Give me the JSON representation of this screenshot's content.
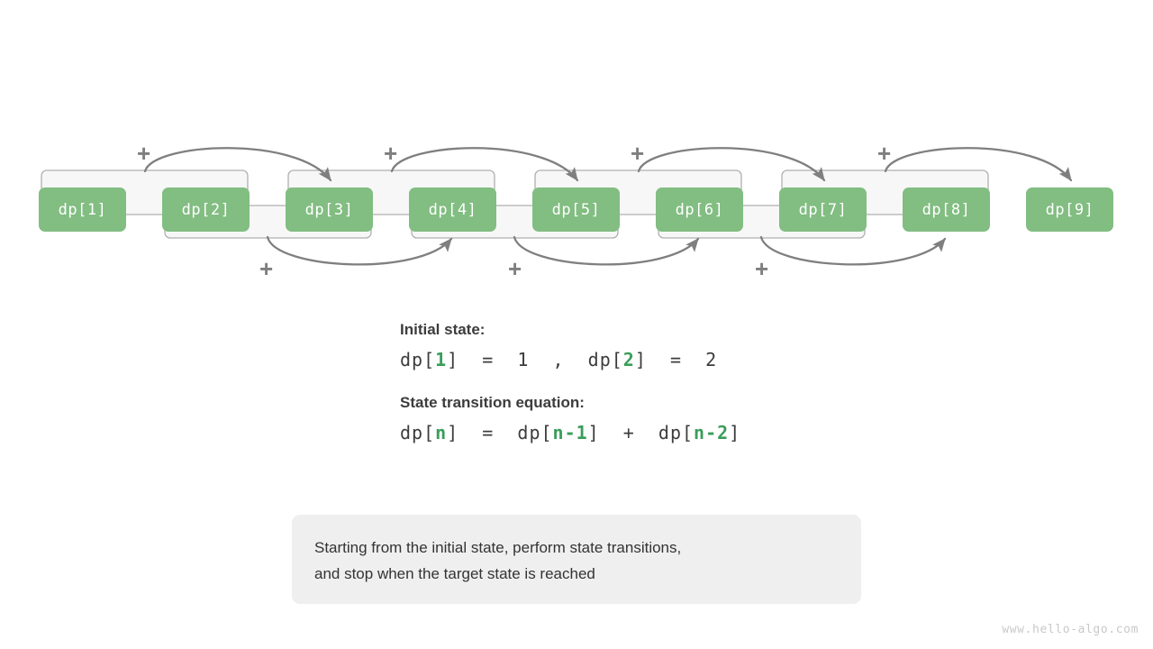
{
  "diagram": {
    "boxes": [
      {
        "label": "dp[1]",
        "index": 1
      },
      {
        "label": "dp[2]",
        "index": 2
      },
      {
        "label": "dp[3]",
        "index": 3
      },
      {
        "label": "dp[4]",
        "index": 4
      },
      {
        "label": "dp[5]",
        "index": 5
      },
      {
        "label": "dp[6]",
        "index": 6
      },
      {
        "label": "dp[7]",
        "index": 7
      },
      {
        "label": "dp[8]",
        "index": 8
      },
      {
        "label": "dp[9]",
        "index": 9
      }
    ],
    "plus_labels": [
      "+",
      "+",
      "+",
      "+",
      "+",
      "+",
      "+"
    ],
    "box_color": "#82bd82",
    "box_text_color": "#ffffff",
    "bracket_color": "#b0b0b0",
    "bracket_fill": "#f7f7f7",
    "arrow_color": "#7f7f7f",
    "transitions_top": [
      {
        "from": "dp[1]+dp[2]",
        "to": "dp[3]"
      },
      {
        "from": "dp[3]+dp[4]",
        "to": "dp[5]"
      },
      {
        "from": "dp[5]+dp[6]",
        "to": "dp[7]"
      },
      {
        "from": "dp[7]+dp[8]",
        "to": "dp[9]"
      }
    ],
    "transitions_bottom": [
      {
        "from": "dp[2]+dp[3]",
        "to": "dp[4]"
      },
      {
        "from": "dp[4]+dp[5]",
        "to": "dp[6]"
      },
      {
        "from": "dp[6]+dp[7]",
        "to": "dp[8]"
      }
    ]
  },
  "text": {
    "initial_state_heading": "Initial state:",
    "initial_state_formula": {
      "parts": [
        {
          "t": "dp[",
          "g": false
        },
        {
          "t": "1",
          "g": true
        },
        {
          "t": "]  =  1  ,  dp[",
          "g": false
        },
        {
          "t": "2",
          "g": true
        },
        {
          "t": "]  =  2",
          "g": false
        }
      ]
    },
    "transition_heading": "State transition equation:",
    "transition_formula": {
      "parts": [
        {
          "t": "dp[",
          "g": false
        },
        {
          "t": "n",
          "g": true
        },
        {
          "t": "]  =  dp[",
          "g": false
        },
        {
          "t": "n-1",
          "g": true
        },
        {
          "t": "]  +  dp[",
          "g": false
        },
        {
          "t": "n-2",
          "g": true
        },
        {
          "t": "]",
          "g": false
        }
      ]
    }
  },
  "caption": {
    "line1": "Starting from the initial state, perform state transitions,",
    "line2": "and stop when the target state is reached"
  },
  "watermark": "www.hello-algo.com"
}
